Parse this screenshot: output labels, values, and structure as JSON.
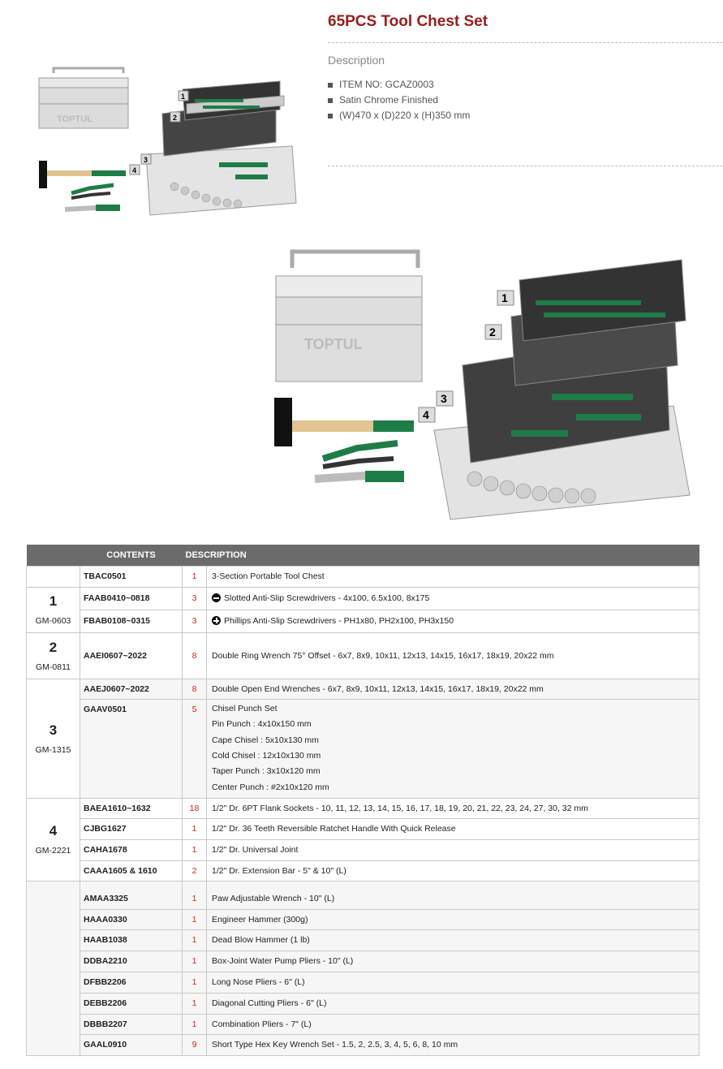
{
  "product": {
    "title": "65PCS Tool Chest Set",
    "description_heading": "Description",
    "specs": [
      "ITEM NO: GCAZ0003",
      "Satin Chrome Finished",
      "(W)470 x (D)220 x (H)350 mm"
    ]
  },
  "images": {
    "brand_mark": "TOPTUL",
    "callouts": [
      "1",
      "2",
      "3",
      "4"
    ]
  },
  "table": {
    "headers": [
      "",
      "CONTENTS",
      "DESCRIPTION"
    ],
    "rows": [
      {
        "code": "TBAC0501",
        "qty": "1",
        "desc": "3-Section Portable Tool Chest"
      },
      {
        "group_num": "1",
        "group_code": "GM-0603",
        "code": "FAAB0410~0818",
        "qty": "3",
        "desc": "Slotted Anti-Slip Screwdrivers - 4x100, 6.5x100, 8x175",
        "icon": "slotted-tip-icon"
      },
      {
        "code": "FBAB0108~0315",
        "qty": "3",
        "desc": "Phillips Anti-Slip Screwdrivers - PH1x80, PH2x100, PH3x150",
        "icon": "phillips-tip-icon"
      },
      {
        "group_num": "2",
        "group_code": "GM-0811",
        "code": "AAEI0607~2022",
        "qty": "8",
        "desc": "Double Ring Wrench 75° Offset - 6x7, 8x9, 10x11, 12x13, 14x15, 16x17, 18x19, 20x22 mm"
      },
      {
        "group_num": "3",
        "group_code": "GM-1315",
        "code": "AAEJ0607~2022",
        "qty": "8",
        "desc": "Double Open End Wrenches - 6x7, 8x9, 10x11, 12x13, 14x15, 16x17, 18x19, 20x22 mm"
      },
      {
        "code": "GAAV0501",
        "qty": "5",
        "desc_lines": [
          "Chisel Punch Set",
          "Pin Punch : 4x10x150 mm",
          "Cape Chisel : 5x10x130 mm",
          "Cold Chisel : 12x10x130 mm",
          "Taper Punch : 3x10x120 mm",
          "Center Punch : #2x10x120 mm"
        ]
      },
      {
        "group_num": "4",
        "group_code": "GM-2221",
        "code": "BAEA1610~1632",
        "qty": "18",
        "desc": "1/2\" Dr. 6PT Flank Sockets - 10, 11, 12, 13, 14, 15, 16, 17, 18, 19, 20, 21, 22, 23, 24, 27, 30, 32 mm"
      },
      {
        "code": "CJBG1627",
        "qty": "1",
        "desc": "1/2\" Dr. 36 Teeth Reversible Ratchet Handle With Quick Release"
      },
      {
        "code": "CAHA1678",
        "qty": "1",
        "desc": "1/2\" Dr. Universal Joint"
      },
      {
        "code": "CAAA1605 & 1610",
        "qty": "2",
        "desc": "1/2\" Dr. Extension Bar - 5\" & 10\" (L)"
      },
      {
        "code": "AMAA3325",
        "qty": "1",
        "desc": "Paw Adjustable Wrench - 10\" (L)"
      },
      {
        "code": "HAAA0330",
        "qty": "1",
        "desc": "Engineer Hammer (300g)"
      },
      {
        "code": "HAAB1038",
        "qty": "1",
        "desc": "Dead Blow Hammer (1 lb)"
      },
      {
        "code": "DDBA2210",
        "qty": "1",
        "desc": "Box-Joint Water Pump Pliers - 10\" (L)"
      },
      {
        "code": "DFBB2206",
        "qty": "1",
        "desc": "Long Nose Pliers - 6\" (L)"
      },
      {
        "code": "DEBB2206",
        "qty": "1",
        "desc": "Diagonal Cutting Pliers - 6\" (L)"
      },
      {
        "code": "DBBB2207",
        "qty": "1",
        "desc": "Combination Pliers - 7\" (L)"
      },
      {
        "code": "GAAL0910",
        "qty": "9",
        "desc": "Short Type Hex Key Wrench Set - 1.5, 2, 2.5, 3, 4, 5, 6, 8, 10 mm"
      }
    ]
  }
}
